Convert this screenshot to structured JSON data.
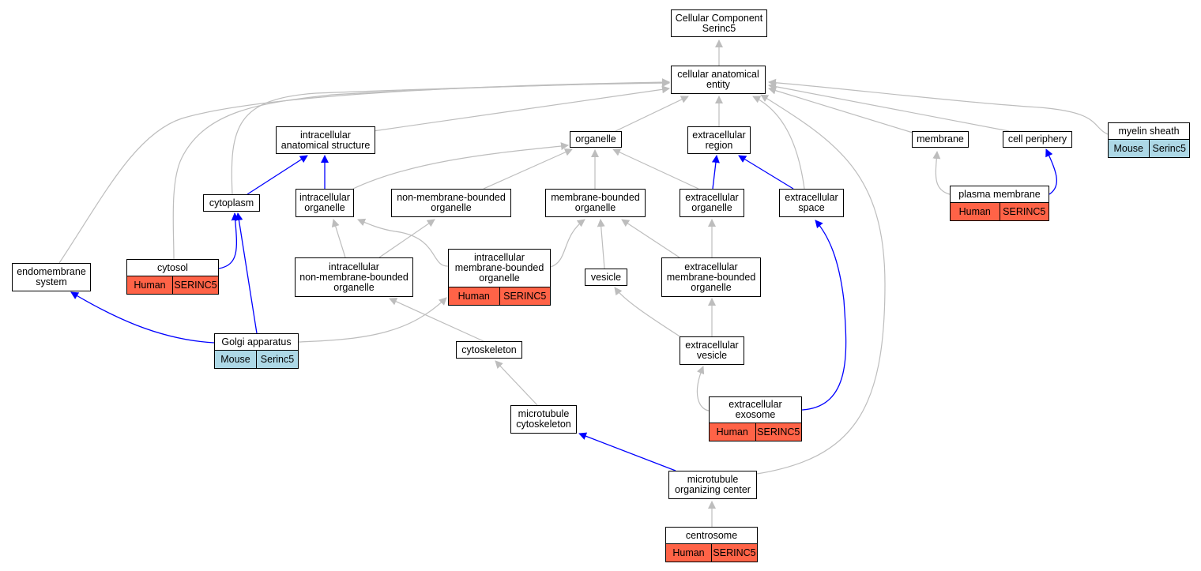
{
  "colors": {
    "is_a": "#bdbdbd",
    "part_of": "#0000ff",
    "human": "#ff6347",
    "mouse": "#add8e6"
  },
  "nodes": [
    {
      "id": "root",
      "label": "Cellular Component\nSerinc5"
    },
    {
      "id": "cae",
      "label": "cellular anatomical\nentity"
    },
    {
      "id": "ias",
      "label": "intracellular\nanatomical structure"
    },
    {
      "id": "organelle",
      "label": "organelle"
    },
    {
      "id": "ecregion",
      "label": "extracellular\nregion"
    },
    {
      "id": "membrane",
      "label": "membrane"
    },
    {
      "id": "cellperiph",
      "label": "cell periphery"
    },
    {
      "id": "myelin",
      "label": "myelin sheath",
      "tags": [
        "Mouse",
        "Serinc5"
      ]
    },
    {
      "id": "cytoplasm",
      "label": "cytoplasm"
    },
    {
      "id": "icorg",
      "label": "intracellular\norganelle"
    },
    {
      "id": "nmbo",
      "label": "non-membrane-bounded\norganelle"
    },
    {
      "id": "mbo",
      "label": "membrane-bounded\norganelle"
    },
    {
      "id": "ecorg",
      "label": "extracellular\norganelle"
    },
    {
      "id": "ecspace",
      "label": "extracellular\nspace"
    },
    {
      "id": "plasmamem",
      "label": "plasma membrane",
      "tags": [
        "Human",
        "SERINC5"
      ]
    },
    {
      "id": "endomem",
      "label": "endomembrane\nsystem"
    },
    {
      "id": "cytosol",
      "label": "cytosol",
      "tags": [
        "Human",
        "SERINC5"
      ]
    },
    {
      "id": "icnmbo",
      "label": "intracellular\nnon-membrane-bounded\norganelle"
    },
    {
      "id": "icmbo",
      "label": "intracellular\nmembrane-bounded\norganelle",
      "tags": [
        "Human",
        "SERINC5"
      ]
    },
    {
      "id": "vesicle",
      "label": "vesicle"
    },
    {
      "id": "ecmbo",
      "label": "extracellular\nmembrane-bounded\norganelle"
    },
    {
      "id": "golgi",
      "label": "Golgi apparatus",
      "tags": [
        "Mouse",
        "Serinc5"
      ]
    },
    {
      "id": "cytoskel",
      "label": "cytoskeleton"
    },
    {
      "id": "ecvesicle",
      "label": "extracellular\nvesicle"
    },
    {
      "id": "mtcyto",
      "label": "microtubule\ncytoskeleton"
    },
    {
      "id": "exosome",
      "label": "extracellular\nexosome",
      "tags": [
        "Human",
        "SERINC5"
      ]
    },
    {
      "id": "mtoc",
      "label": "microtubule\norganizing center"
    },
    {
      "id": "centrosome",
      "label": "centrosome",
      "tags": [
        "Human",
        "SERINC5"
      ]
    }
  ]
}
